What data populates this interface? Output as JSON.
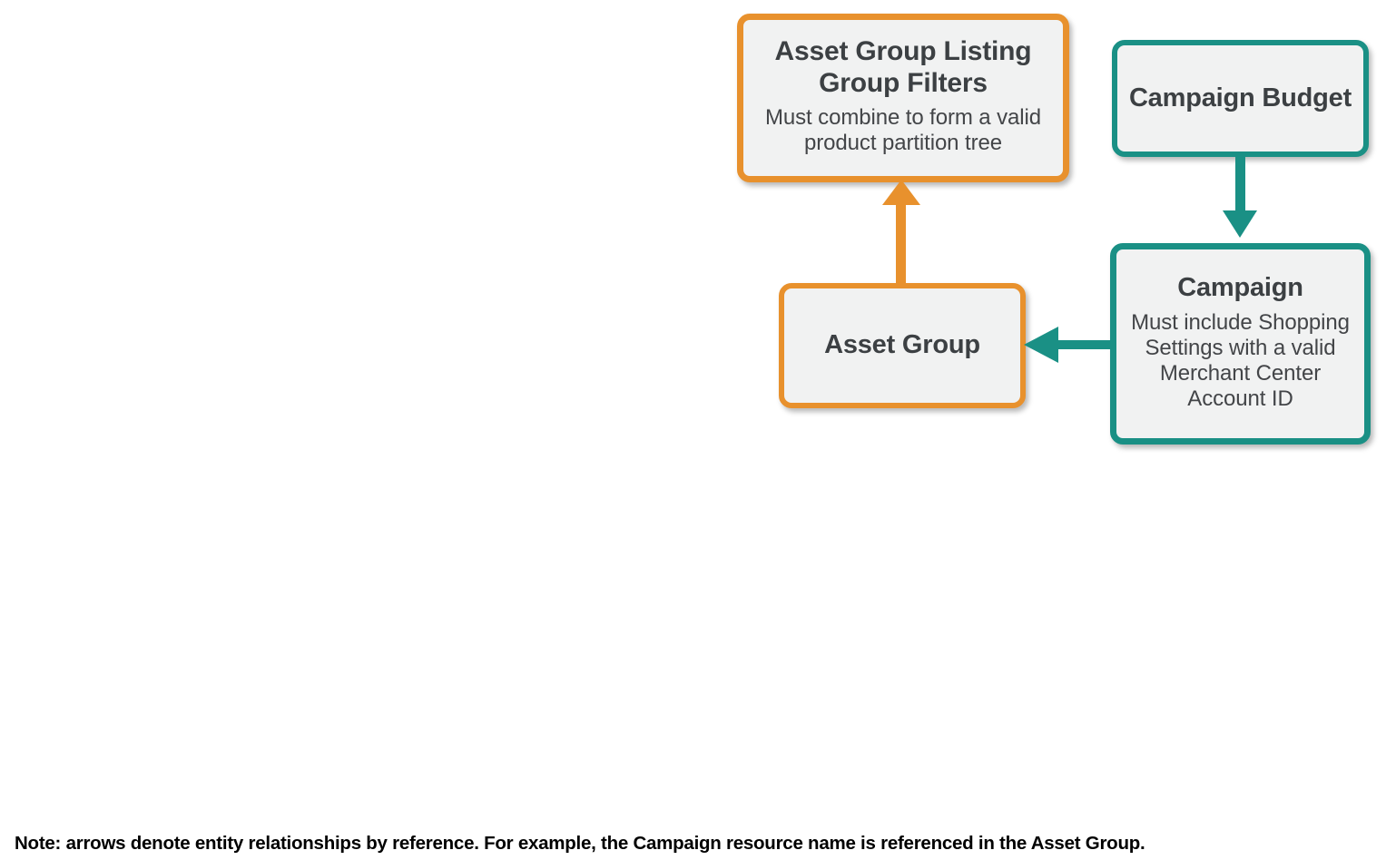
{
  "diagram": {
    "background_color": "#ffffff",
    "palette": {
      "orange": "#e8912d",
      "teal": "#1a9085",
      "node_fill": "#f1f2f2",
      "title_text": "#3c4043",
      "subtitle_text": "#434548",
      "note_text": "#000000"
    },
    "nodes": [
      {
        "id": "asset-group-listing-group-filters",
        "title": "Asset Group Listing Group Filters",
        "subtitle": "Must combine to form a valid product partition tree",
        "color": "orange"
      },
      {
        "id": "campaign-budget",
        "title": "Campaign Budget",
        "subtitle": "",
        "color": "teal"
      },
      {
        "id": "asset-group",
        "title": "Asset Group",
        "subtitle": "",
        "color": "orange"
      },
      {
        "id": "campaign",
        "title": "Campaign",
        "subtitle": "Must include Shopping Settings with a valid Merchant Center Account ID",
        "color": "teal"
      }
    ],
    "edges": [
      {
        "id": "asset-group-to-asset-group-listing-group-filters",
        "from": "asset-group",
        "to": "asset-group-listing-group-filters",
        "direction": "up",
        "color": "orange"
      },
      {
        "id": "campaign-budget-to-campaign",
        "from": "campaign-budget",
        "to": "campaign",
        "direction": "down",
        "color": "teal"
      },
      {
        "id": "campaign-to-asset-group",
        "from": "campaign",
        "to": "asset-group",
        "direction": "left",
        "color": "teal"
      }
    ],
    "note": "Note: arrows denote entity relationships by reference. For example, the Campaign resource name is referenced in the Asset Group."
  }
}
